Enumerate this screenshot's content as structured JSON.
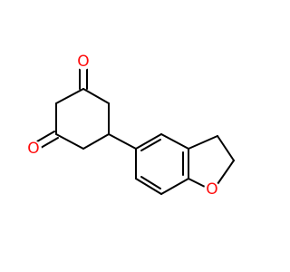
{
  "molecule": {
    "atom_labels": {
      "o_top": "O",
      "o_left": "O",
      "o_ring": "O"
    },
    "colors": {
      "bond": "#000000",
      "oxygen": "#ff0d0d",
      "background": "#ffffff"
    }
  }
}
